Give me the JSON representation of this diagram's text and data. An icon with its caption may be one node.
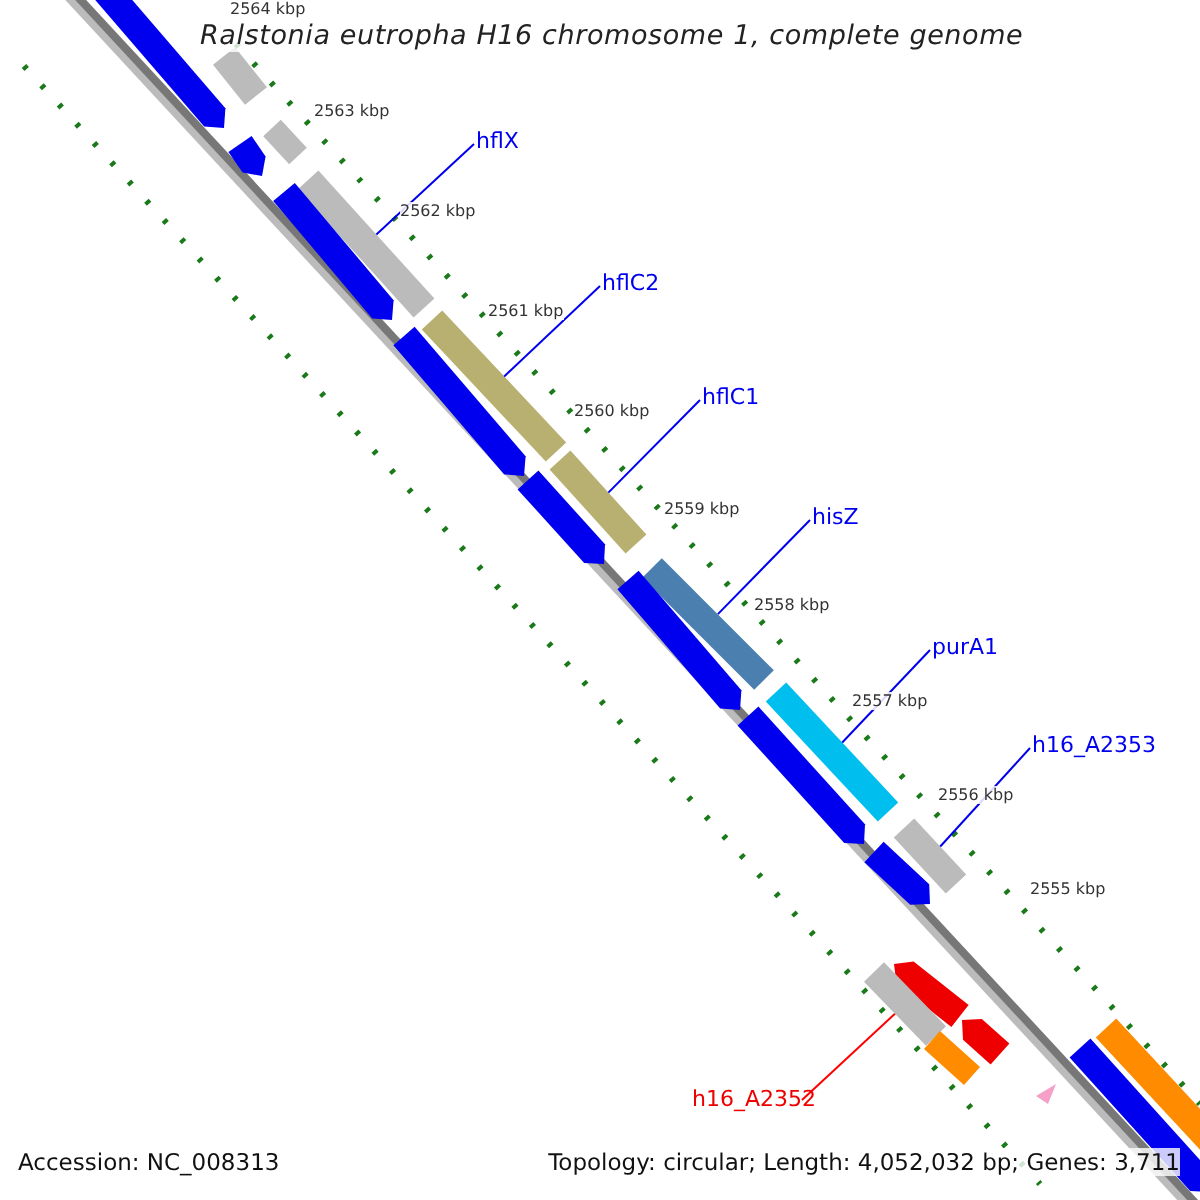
{
  "diagram": {
    "title": "Ralstonia eutropha H16 chromosome 1, complete genome",
    "nodes": [
      {
        "text": [
          "hflX"
        ]
      },
      {
        "text": [
          "hflC2"
        ]
      },
      {
        "text": [
          "hflC1"
        ]
      },
      {
        "text": [
          "hisZ"
        ]
      },
      {
        "text": [
          "purA1"
        ]
      },
      {
        "text": [
          "h16_A2353"
        ]
      },
      {
        "text": [
          "h16_A2352"
        ]
      },
      {
        "text": [],
        "shape": "bar"
      },
      {
        "text": [],
        "shape": "pentagon"
      },
      {
        "text": [],
        "shape": "bar"
      },
      {
        "text": [],
        "shape": "pentagon"
      },
      {
        "text": [],
        "shape": "bar"
      },
      {
        "text": [],
        "shape": "pentagon"
      },
      {
        "text": [],
        "shape": "bar"
      },
      {
        "text": [],
        "shape": "pentagon"
      },
      {
        "text": [],
        "shape": "bar"
      },
      {
        "text": [],
        "shape": "pentagon"
      },
      {
        "text": [],
        "shape": "bar"
      },
      {
        "text": [],
        "shape": "pentagon"
      },
      {
        "text": [],
        "shape": "bar"
      },
      {
        "text": [],
        "shape": "pentagon"
      },
      {
        "text": [],
        "shape": "bar"
      },
      {
        "text": [],
        "shape": "pentagon"
      },
      {
        "text": [],
        "shape": "pentagon"
      },
      {
        "text": [],
        "shape": "bar"
      },
      {
        "text": [],
        "shape": "pentagon"
      },
      {
        "text": [],
        "shape": "bar"
      },
      {
        "text": [],
        "shape": "bar"
      },
      {
        "text": [],
        "shape": "pentagon"
      }
    ],
    "edges": [
      {
        "from": 0,
        "to": 11,
        "arrow": "none"
      },
      {
        "from": 1,
        "to": 13,
        "arrow": "none"
      },
      {
        "from": 2,
        "to": 15,
        "arrow": "none"
      },
      {
        "from": 3,
        "to": 17,
        "arrow": "none"
      },
      {
        "from": 4,
        "to": 19,
        "arrow": "none"
      },
      {
        "from": 5,
        "to": 21,
        "arrow": "none"
      },
      {
        "from": 6,
        "to": 24,
        "arrow": "none",
        "color": "#ff0000"
      }
    ],
    "labels": [
      "2564 kbp",
      "2563 kbp",
      "2562 kbp",
      "2561 kbp",
      "2560 kbp",
      "2559 kbp",
      "2558 kbp",
      "2557 kbp",
      "2556 kbp",
      "2555 kbp",
      "Accession: NC_008313",
      "Topology: circular; Length: 4,052,032 bp; Genes: 3,711"
    ]
  }
}
